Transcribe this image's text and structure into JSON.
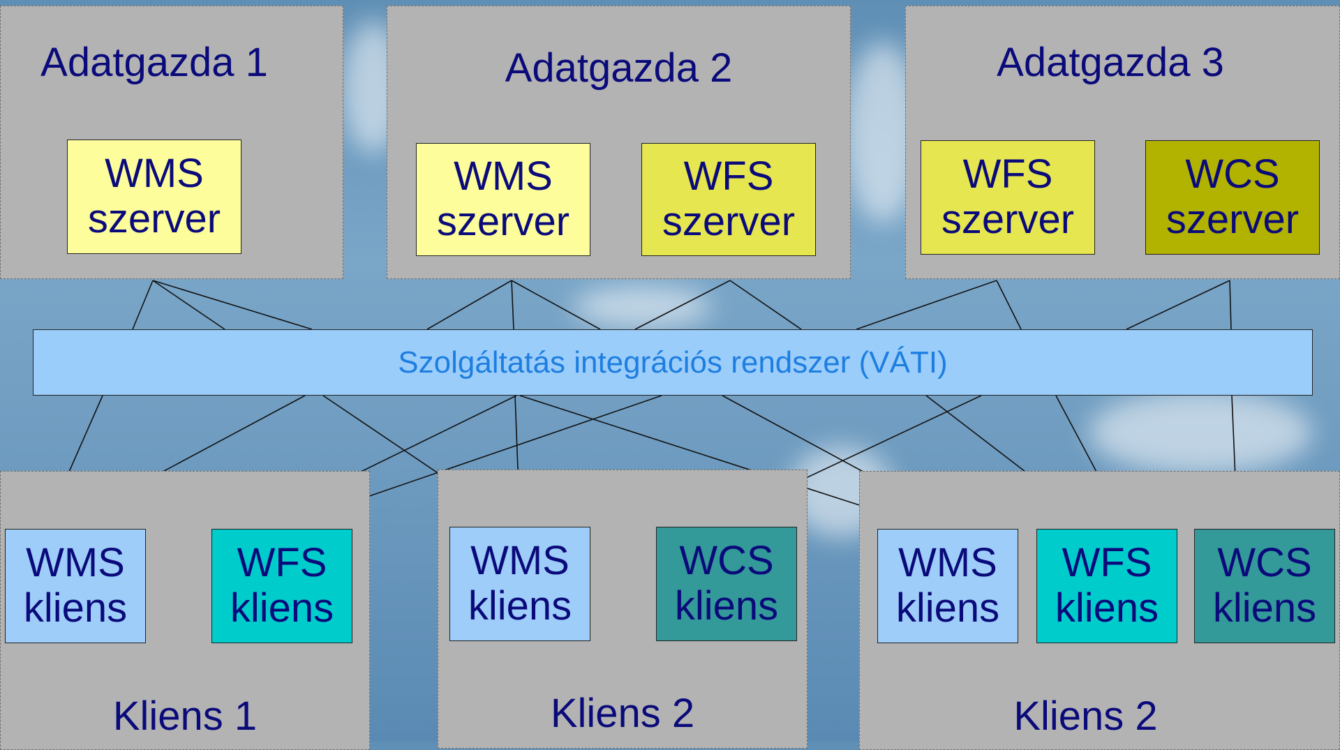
{
  "providers": [
    {
      "title": "Adatgazda 1",
      "servers": [
        {
          "line1": "WMS",
          "line2": "szerver",
          "color": "#fdfd9c"
        }
      ]
    },
    {
      "title": "Adatgazda 2",
      "servers": [
        {
          "line1": "WMS",
          "line2": "szerver",
          "color": "#fdfd9c"
        },
        {
          "line1": "WFS",
          "line2": "szerver",
          "color": "#e6e650"
        }
      ]
    },
    {
      "title": "Adatgazda 3",
      "servers": [
        {
          "line1": "WFS",
          "line2": "szerver",
          "color": "#e6e650"
        },
        {
          "line1": "WCS",
          "line2": "szerver",
          "color": "#b2b200"
        }
      ]
    }
  ],
  "bus": {
    "label": "Szolgáltatás integrációs rendszer (VÁTI)",
    "fill": "#9bcdfb",
    "text_color": "#1e7ee0"
  },
  "clients": [
    {
      "title": "Kliens 1",
      "apps": [
        {
          "line1": "WMS",
          "line2": "kliens",
          "color": "#9dcdf8"
        },
        {
          "line1": "WFS",
          "line2": "kliens",
          "color": "#00cccc"
        }
      ]
    },
    {
      "title": "Kliens 2",
      "apps": [
        {
          "line1": "WMS",
          "line2": "kliens",
          "color": "#9dcdf8"
        },
        {
          "line1": "WCS",
          "line2": "kliens",
          "color": "#339999"
        }
      ]
    },
    {
      "title": "Kliens 2",
      "apps": [
        {
          "line1": "WMS",
          "line2": "kliens",
          "color": "#9dcdf8"
        },
        {
          "line1": "WFS",
          "line2": "kliens",
          "color": "#00cccc"
        },
        {
          "line1": "WCS",
          "line2": "kliens",
          "color": "#339999"
        }
      ]
    }
  ]
}
